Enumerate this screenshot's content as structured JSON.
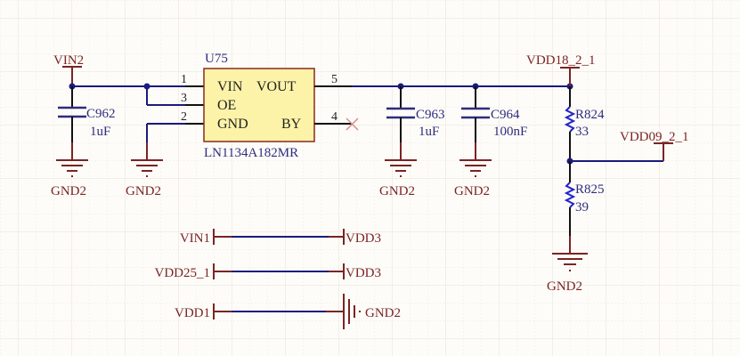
{
  "colors": {
    "wire": "#1a1a7e",
    "pin": "#111111",
    "power": "#7a2424",
    "component": "#2e2c7e",
    "ic_fill": "#fdf3a8",
    "ic_border": "#8a2a1a",
    "no_connect": "#d98c8c",
    "grid": "#ece7df"
  },
  "ports": {
    "vin2": "VIN2",
    "vdd18": "VDD18_2_1",
    "vdd09": "VDD09_2_1"
  },
  "grounds": {
    "gnd_c962": "GND2",
    "gnd_u75": "GND2",
    "gnd_c963": "GND2",
    "gnd_c964": "GND2",
    "gnd_r825": "GND2"
  },
  "ic": {
    "designator": "U75",
    "part": "LN1134A182MR",
    "pins_left": [
      {
        "num": "1",
        "name": "VIN"
      },
      {
        "num": "3",
        "name": "OE"
      },
      {
        "num": "2",
        "name": "GND"
      }
    ],
    "pins_right": [
      {
        "num": "5",
        "name": "VOUT"
      },
      {
        "num": "4",
        "name": "BY"
      }
    ]
  },
  "capacitors": [
    {
      "designator": "C962",
      "value": "1uF"
    },
    {
      "designator": "C963",
      "value": "1uF"
    },
    {
      "designator": "C964",
      "value": "100nF"
    }
  ],
  "resistors": [
    {
      "designator": "R824",
      "value": "33"
    },
    {
      "designator": "R825",
      "value": "39"
    }
  ],
  "net_ties": [
    {
      "left": "VIN1",
      "right": "VDD3"
    },
    {
      "left": "VDD25_1",
      "right": "VDD3"
    },
    {
      "left": "VDD1",
      "right": "GND2"
    }
  ]
}
